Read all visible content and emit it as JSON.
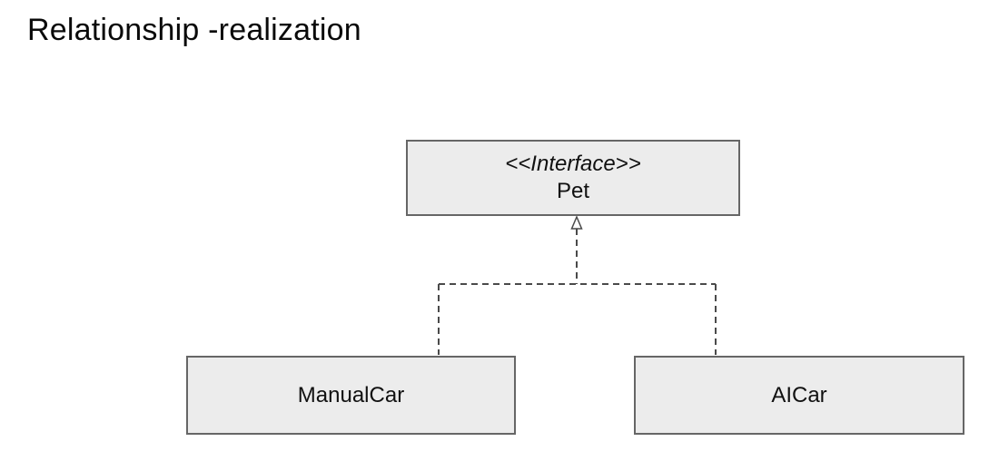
{
  "page": {
    "title": "Relationship -realization"
  },
  "diagram": {
    "type": "uml-class-diagram",
    "relationship": "realization",
    "nodes": [
      {
        "id": "pet",
        "kind": "interface",
        "stereotype": "<<Interface>>",
        "name": "Pet"
      },
      {
        "id": "manualcar",
        "kind": "class",
        "name": "ManualCar"
      },
      {
        "id": "aicar",
        "kind": "class",
        "name": "AICar"
      }
    ],
    "edges": [
      {
        "from": "ManualCar",
        "to": "Pet",
        "type": "realization",
        "line": "dashed",
        "arrowhead": "hollow-triangle"
      },
      {
        "from": "AICar",
        "to": "Pet",
        "type": "realization",
        "line": "dashed",
        "arrowhead": "hollow-triangle"
      }
    ],
    "colors": {
      "background": "#ffffff",
      "node_fill": "#ececec",
      "node_border": "#666666",
      "connector": "#4a4a4a",
      "text": "#111111"
    }
  }
}
